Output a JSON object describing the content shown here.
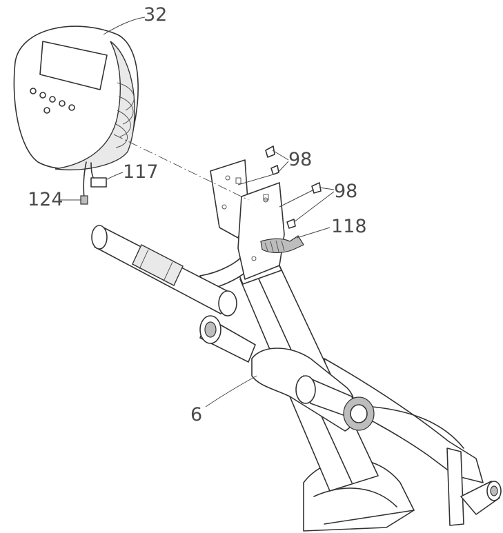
{
  "callouts": {
    "console": "32",
    "console_cable": "117",
    "sensor_wire": "124",
    "screws_upper": "98",
    "screws_lower": "98",
    "connector": "118",
    "frame": "6"
  }
}
